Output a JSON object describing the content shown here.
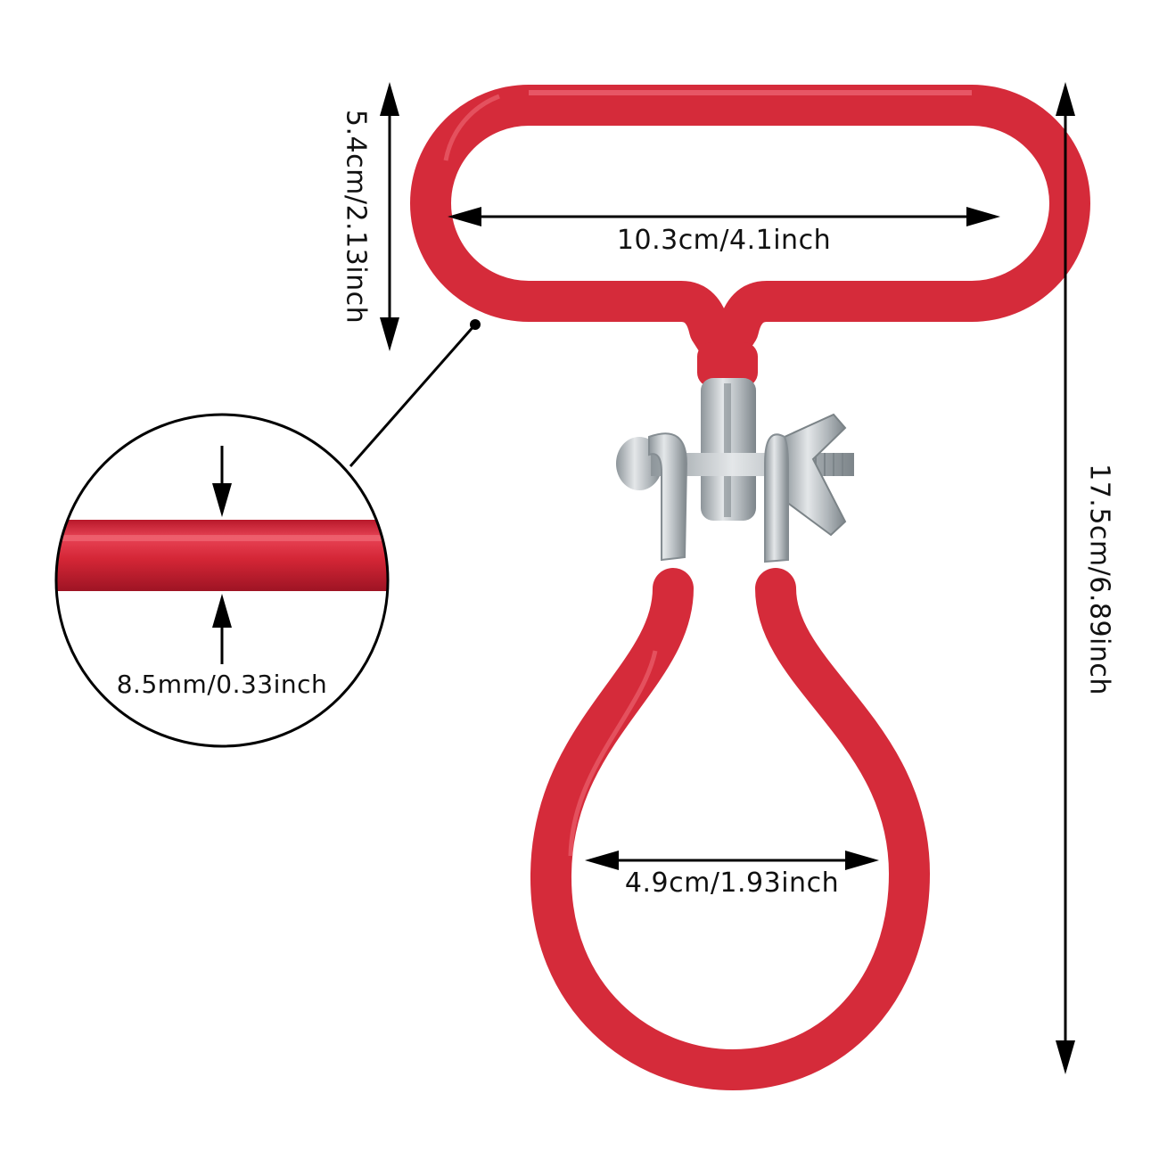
{
  "dimensions": {
    "handle_height": "5.4cm/2.13inch",
    "handle_width": "10.3cm/4.1inch",
    "total_height": "17.5cm/6.89inch",
    "ring_width": "4.9cm/1.93inch",
    "tube_thickness": "8.5mm/0.33inch"
  },
  "colors": {
    "coating_red": "#d52b3a",
    "coating_dark": "#a8182a",
    "metal": "#c7ccd0",
    "metal_dark": "#8c9499",
    "line": "#000000",
    "background": "#ffffff"
  }
}
